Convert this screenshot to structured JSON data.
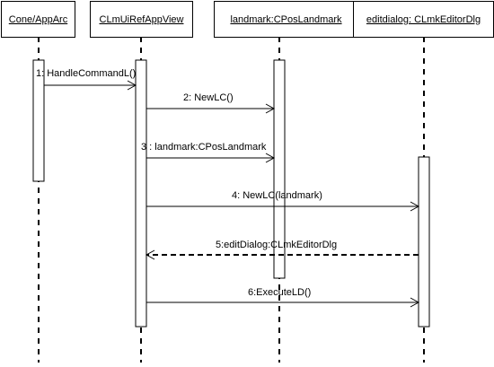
{
  "objects": [
    {
      "name": "Cone/AppArc"
    },
    {
      "name": "CLmUiRefAppView"
    },
    {
      "name": "landmark:CPosLandmark"
    },
    {
      "name": "editdialog: CLmkEditorDlg"
    }
  ],
  "messages": [
    {
      "label": "1: HandleCommandL()",
      "from": 0,
      "to": 1,
      "kind": "call"
    },
    {
      "label": "2: NewLC()",
      "from": 1,
      "to": 2,
      "kind": "call"
    },
    {
      "label": "3 : landmark:CPosLandmark",
      "from": 1,
      "to": 2,
      "kind": "call"
    },
    {
      "label": "4: NewLC(landmark)",
      "from": 1,
      "to": 3,
      "kind": "call"
    },
    {
      "label": "5:editDialog:CLmkEditorDlg",
      "from": 3,
      "to": 1,
      "kind": "return"
    },
    {
      "label": "6:ExecuteLD()",
      "from": 1,
      "to": 3,
      "kind": "call"
    }
  ],
  "colors": {
    "line": "#000000",
    "background": "#ffffff"
  }
}
